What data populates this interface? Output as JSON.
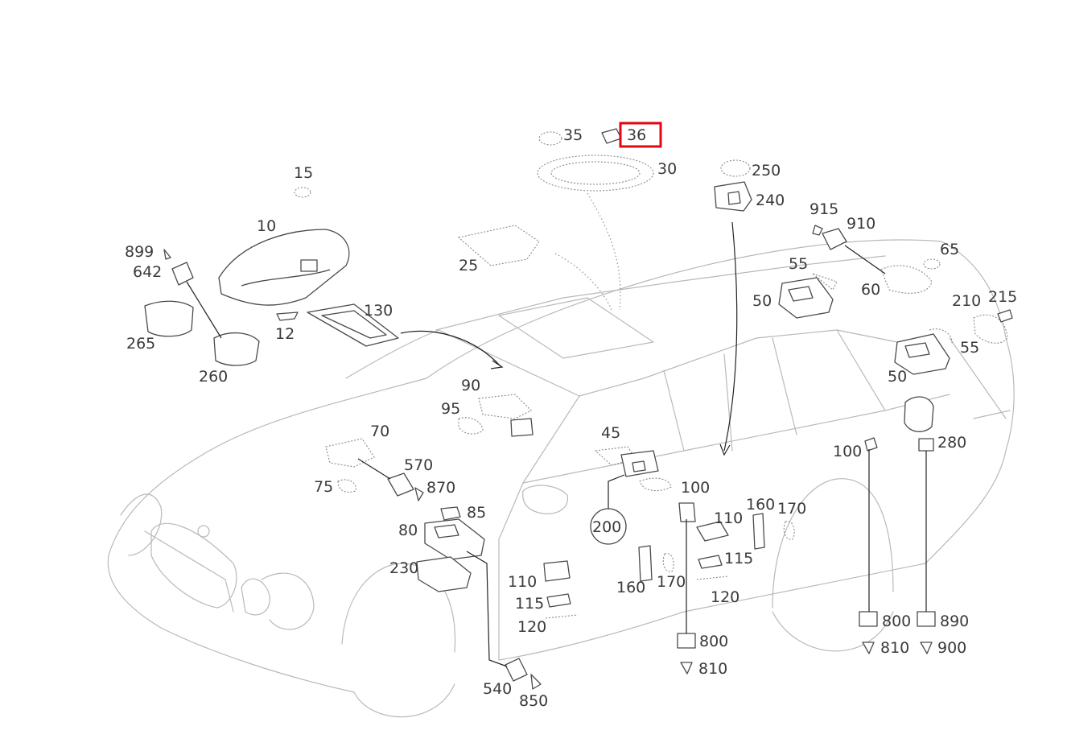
{
  "highlight_color": "#e30613",
  "labels": {
    "p35": "35",
    "p36": "36",
    "p30": "30",
    "p250": "250",
    "p240": "240",
    "p15": "15",
    "p10": "10",
    "p899": "899",
    "p642": "642",
    "p265": "265",
    "p260": "260",
    "p12": "12",
    "p130": "130",
    "p25": "25",
    "p915": "915",
    "p910": "910",
    "p65": "65",
    "p55a": "55",
    "p60": "60",
    "p50a": "50",
    "p210": "210",
    "p215": "215",
    "p55b": "55",
    "p50b": "50",
    "p90": "90",
    "p95": "95",
    "p70": "70",
    "p570": "570",
    "p870": "870",
    "p75": "75",
    "p85": "85",
    "p80": "80",
    "p230": "230",
    "p45": "45",
    "p200": "200",
    "p100a": "100",
    "p110a": "110",
    "p160a": "160",
    "p170a": "170",
    "p115a": "115",
    "p120a": "120",
    "p110b": "110",
    "p115b": "115",
    "p120b": "120",
    "p160b": "160",
    "p170b": "170",
    "p100b": "100",
    "p280": "280",
    "p800a": "800",
    "p810a": "810",
    "p800b": "800",
    "p810b": "810",
    "p890": "890",
    "p900": "900",
    "p540": "540",
    "p850": "850"
  }
}
